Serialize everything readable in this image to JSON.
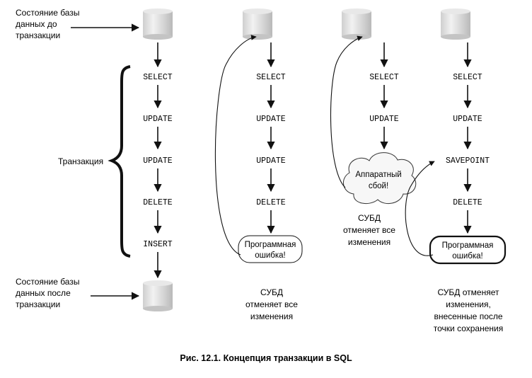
{
  "labels": {
    "state_before": [
      "Состояние базы",
      "данных до",
      "транзакции"
    ],
    "state_after": [
      "Состояние базы",
      "данных после",
      "транзакции"
    ],
    "transaction": "Транзакция"
  },
  "columns": [
    {
      "statements": [
        "SELECT",
        "UPDATE",
        "UPDATE",
        "DELETE",
        "INSERT"
      ]
    },
    {
      "statements": [
        "SELECT",
        "UPDATE",
        "UPDATE",
        "DELETE"
      ],
      "event": [
        "Программная",
        "ошибка!"
      ],
      "outcome": [
        "СУБД",
        "отменяет все",
        "изменения"
      ]
    },
    {
      "statements": [
        "SELECT",
        "UPDATE"
      ],
      "event": [
        "Аппаратный",
        "сбой!"
      ],
      "outcome": [
        "СУБД",
        "отменяет все",
        "изменения"
      ]
    },
    {
      "statements": [
        "SELECT",
        "UPDATE",
        "SAVEPOINT",
        "DELETE"
      ],
      "event": [
        "Программная",
        "ошибка!"
      ],
      "outcome": [
        "СУБД отменяет",
        "изменения,",
        "внесенные после",
        "точки сохранения"
      ]
    }
  ],
  "caption": "Рис. 12.1. Концепция транзакции в SQL"
}
